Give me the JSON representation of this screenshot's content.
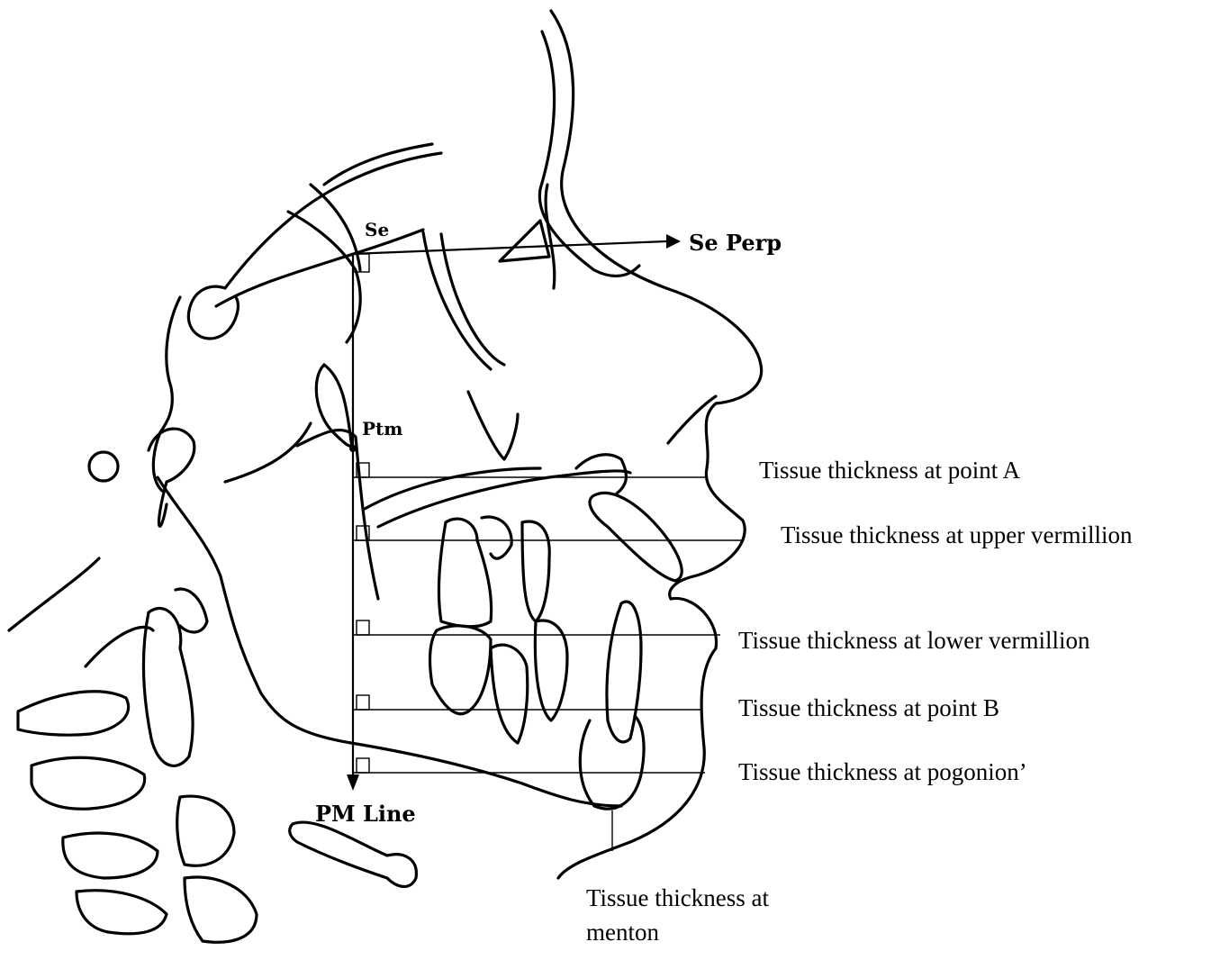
{
  "landmarks": {
    "se": "Se",
    "ptm": "Ptm"
  },
  "reference_lines": {
    "se_perp": "Se Perp",
    "pm_line": "PM Line"
  },
  "measurements": [
    "Tissue thickness at point A",
    "Tissue thickness at upper vermillion",
    "Tissue thickness at lower vermillion",
    "Tissue thickness at point B",
    "Tissue thickness at pogonion’"
  ],
  "menton_label": {
    "line1": "Tissue thickness at",
    "line2": "menton"
  },
  "colors": {
    "ink": "#000000",
    "background": "#ffffff"
  }
}
